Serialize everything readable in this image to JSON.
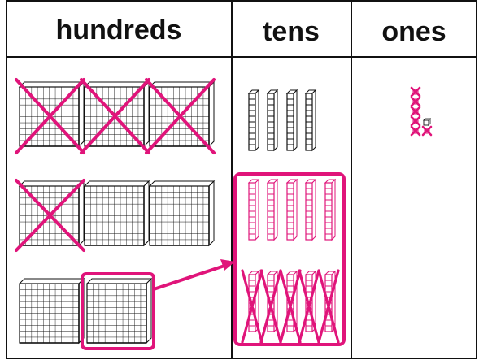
{
  "headers": {
    "hundreds": "hundreds",
    "tens": "tens",
    "ones": "ones"
  },
  "place_values": {
    "hundreds": {
      "flats_shown": 8,
      "flats_crossed_out": 4,
      "flats_regrouped": 1
    },
    "tens": {
      "rods_shown": 14,
      "rods_from_regrouped_flat": 10,
      "rods_crossed_out": 5
    },
    "ones": {
      "units_shown": 7,
      "units_crossed_out": 6
    }
  },
  "colors": {
    "accent": "#e0147a",
    "ink": "#111111",
    "background": "#ffffff"
  }
}
